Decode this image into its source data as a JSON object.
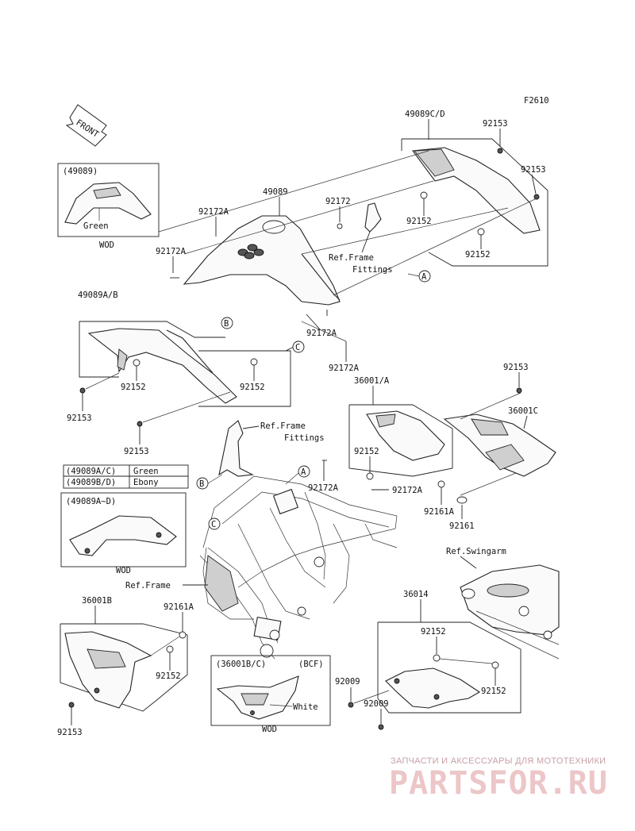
{
  "figure_code": "F2610",
  "front_arrow": "FRONT",
  "labels": {
    "p49089cd": "49089C/D",
    "p92153_a": "92153",
    "p92153_b": "92153",
    "p49089": "49089",
    "p92172_top": "92172",
    "p92152_a": "92152",
    "p92172a_1": "92172A",
    "p92172a_2": "92172A",
    "p92152_b": "92152",
    "ref_frame_fittings_1": "Ref.Frame",
    "ref_frame_fittings_1b": "Fittings",
    "p49089ab": "49089A/B",
    "p92172a_3": "92172A",
    "p92152_c": "92152",
    "p92152_d": "92152",
    "p92172a_4": "92172A",
    "p92153_c": "92153",
    "p92153_d": "92153",
    "p36001a": "36001/A",
    "p92153_e": "92153",
    "p36001c": "36001C",
    "ref_frame_fittings_2": "Ref.Frame",
    "ref_frame_fittings_2b": "Fittings",
    "p92152_e": "92152",
    "p92172a_5": "92172A",
    "p92172a_6": "92172A",
    "p92161a_1": "92161A",
    "p92161": "92161",
    "ref_swingarm": "Ref.Swingarm",
    "ref_frame": "Ref.Frame",
    "p36001b": "36001B",
    "p92161a_2": "92161A",
    "p36014": "36014",
    "p92152_f": "92152",
    "p92152_g": "92152",
    "p92009_a": "92009",
    "p92152_h": "92152",
    "p92009_b": "92009",
    "p92153_f": "92153"
  },
  "circle_refs": {
    "a": "A",
    "b": "B",
    "c": "C",
    "a2": "A",
    "b2": "B",
    "c2": "C"
  },
  "inset_49089": {
    "title": "(49089)",
    "color": "Green",
    "variant": "WOD"
  },
  "color_table": {
    "rows": [
      {
        "part": "(49089A/C)",
        "color": "Green"
      },
      {
        "part": "(49089B/D)",
        "color": "Ebony"
      }
    ]
  },
  "inset_49089ad": {
    "title": "(49089A~D)",
    "variant": "WOD"
  },
  "inset_36001bc": {
    "title": "(36001B/C)",
    "region": "(BCF)",
    "color": "White",
    "variant": "WOD"
  },
  "watermark": {
    "tagline": "ЗАПЧАСТИ И АКСЕССУАРЫ ДЛЯ МОТОТЕХНИКИ",
    "brand": "PARTSFOR.RU"
  }
}
